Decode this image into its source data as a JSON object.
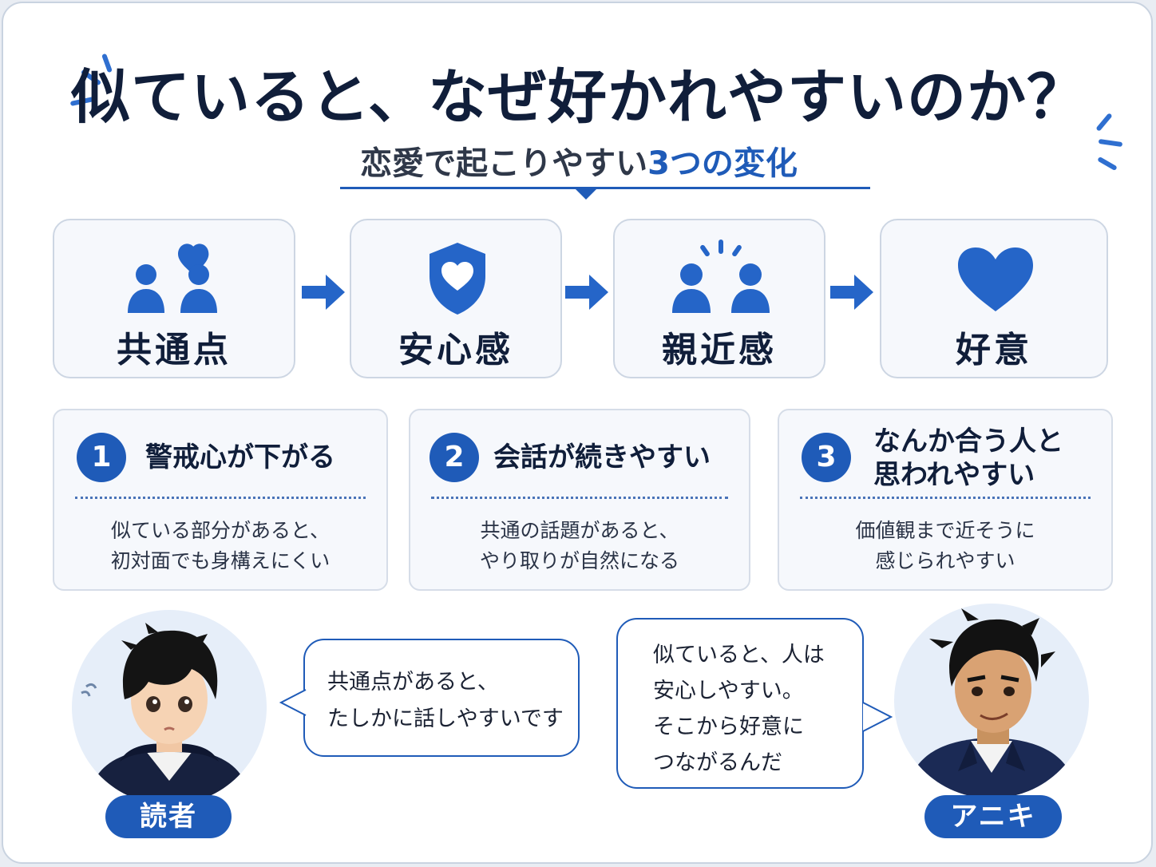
{
  "title": "似ていると、なぜ好かれやすいのか？",
  "subtitle": {
    "prefix": "恋愛で起こりやすい",
    "highlight": "3つの変化"
  },
  "colors": {
    "accent": "#1f5bb8",
    "title": "#101e3a",
    "card_bg": "#f6f8fc"
  },
  "flow": [
    {
      "label": "共通点",
      "icon": "people-heart-icon"
    },
    {
      "label": "安心感",
      "icon": "shield-heart-icon"
    },
    {
      "label": "親近感",
      "icon": "people-spark-icon"
    },
    {
      "label": "好意",
      "icon": "heart-icon"
    }
  ],
  "points": [
    {
      "number": "1",
      "title_lines": [
        "警戒心が下がる"
      ],
      "body_lines": [
        "似ている部分があると、",
        "初対面でも身構えにくい"
      ]
    },
    {
      "number": "2",
      "title_lines": [
        "会話が続きやすい"
      ],
      "body_lines": [
        "共通の話題があると、",
        "やり取りが自然になる"
      ]
    },
    {
      "number": "3",
      "title_lines": [
        "なんか合う人と",
        "思われやすい"
      ],
      "body_lines": [
        "価値観まで近そうに",
        "感じられやすい"
      ]
    }
  ],
  "reader": {
    "name": "読者",
    "speech_lines": [
      "共通点があると、",
      "たしかに話しやすいです"
    ]
  },
  "aniki": {
    "name": "アニキ",
    "speech_lines": [
      "似ていると、人は",
      "安心しやすい。",
      "そこから好意に",
      "つながるんだ"
    ]
  }
}
